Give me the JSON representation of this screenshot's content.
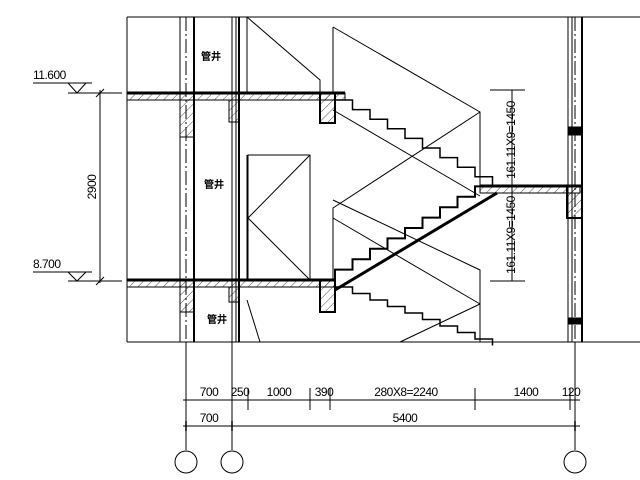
{
  "drawing": {
    "levels": [
      {
        "label": "11.600"
      },
      {
        "label": "8.700"
      }
    ],
    "floor_height_dim": "2900",
    "shaft_labels": [
      "管井",
      "管井",
      "管井"
    ],
    "stair_dims": {
      "upper": "161.11X9=1450",
      "lower": "161.11X9=1450"
    },
    "bottom_dims_row1": [
      "700",
      "250",
      "1000",
      "390",
      "280X8=2240",
      "1400",
      "120"
    ],
    "bottom_dims_row2": [
      "700",
      "5400"
    ]
  }
}
